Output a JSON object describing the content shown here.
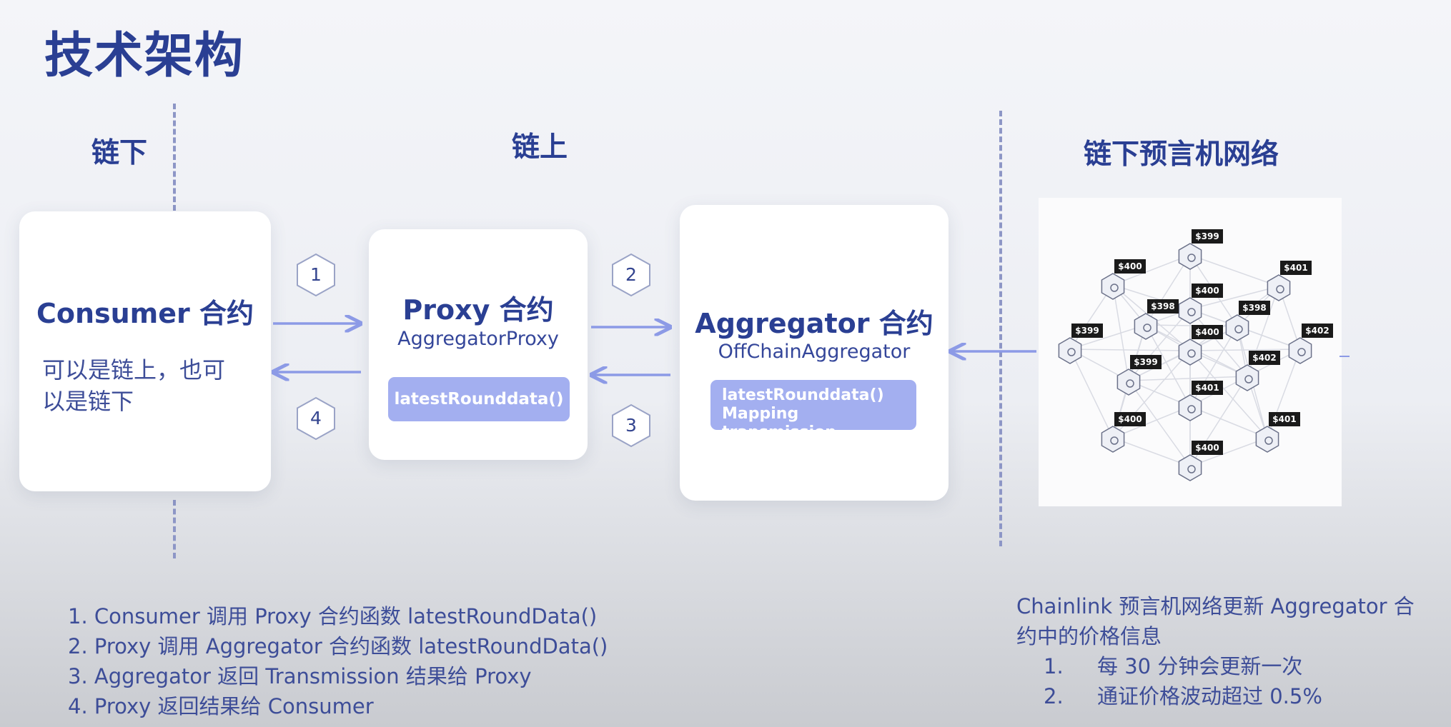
{
  "title": "技术架构",
  "sections": {
    "offchain_left": "链下",
    "onchain": "链上",
    "oracle_network": "链下预言机网络"
  },
  "consumer": {
    "title": "Consumer 合约",
    "desc_line1": "可以是链上，也可",
    "desc_line2": "以是链下"
  },
  "proxy": {
    "title": "Proxy 合约",
    "subtitle": "AggregatorProxy",
    "method": "latestRounddata()"
  },
  "aggregator": {
    "title": "Aggregator 合约",
    "subtitle": "OffChainAggregator",
    "method_line1": "latestRounddata()",
    "method_line2": "Mapping transmission"
  },
  "steps": [
    "1",
    "2",
    "3",
    "4"
  ],
  "notes_left": [
    "1. Consumer 调用 Proxy 合约函数 latestRoundData()",
    "2. Proxy 调用 Aggregator 合约函数 latestRoundData()",
    "3. Aggregator 返回 Transmission 结果给 Proxy",
    "4. Proxy 返回结果给 Consumer"
  ],
  "notes_right": {
    "line1": "Chainlink 预言机网络更新 Aggregator 合",
    "line2": "约中的价格信息",
    "items": [
      {
        "num": "1.",
        "text": "每 30 分钟会更新一次"
      },
      {
        "num": "2.",
        "text": "通证价格波动超过 0.5%"
      }
    ]
  },
  "network_nodes": [
    {
      "price": "$399"
    },
    {
      "price": "$400"
    },
    {
      "price": "$401"
    },
    {
      "price": "$400"
    },
    {
      "price": "$398"
    },
    {
      "price": "$398"
    },
    {
      "price": "$399"
    },
    {
      "price": "$400"
    },
    {
      "price": "$402"
    },
    {
      "price": "$399"
    },
    {
      "price": "$402"
    },
    {
      "price": "$401"
    },
    {
      "price": "$400"
    },
    {
      "price": "$401"
    },
    {
      "price": "$400"
    }
  ],
  "colors": {
    "title": "#2a3f93",
    "arrow": "#8c9ae6",
    "pill": "#a3aff0",
    "dash": "#8d96c6"
  }
}
